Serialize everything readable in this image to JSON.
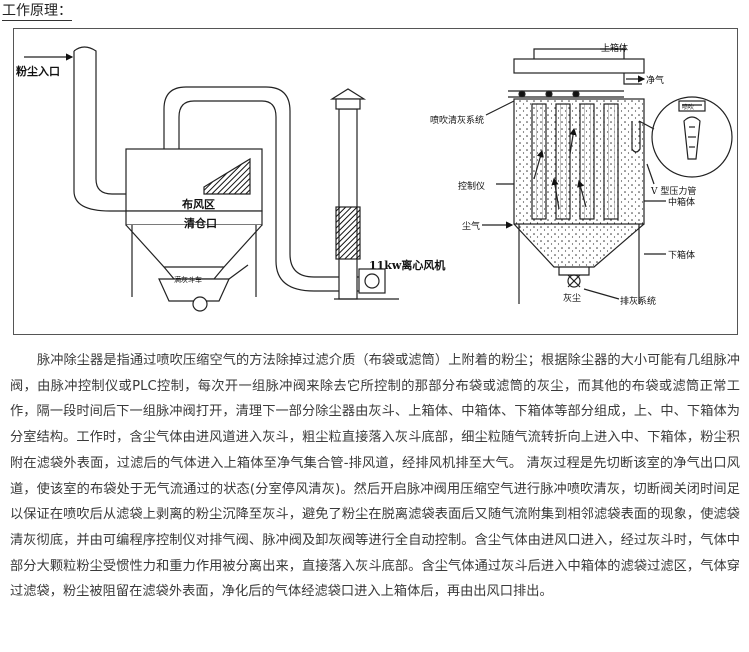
{
  "heading": "工作原理：",
  "left_diagram": {
    "inlet_label": "粉尘入口",
    "distribution_zone_label": "布风区",
    "clean_port_label": "清仓口",
    "cart_label": "满灰斗车",
    "fan_label": "11kw离心风机"
  },
  "right_diagram": {
    "upper_box_label": "上箱体",
    "clean_air_label": "净气",
    "pulse_system_label": "喷吹清灰系统",
    "controller_label": "控制仪",
    "venturi_label": "V 型压力管",
    "middle_box_label": "中箱体",
    "raw_air_label": "尘气",
    "lower_box_label": "下箱体",
    "ash_label": "灰尘",
    "discharge_label": "排灰系统",
    "nozzle_label": "喷吹"
  },
  "description": "脉冲除尘器是指通过喷吹压缩空气的方法除掉过滤介质（布袋或滤筒）上附着的粉尘；根据除尘器的大小可能有几组脉冲阀，由脉冲控制仪或PLC控制，每次开一组脉冲阀来除去它所控制的那部分布袋或滤筒的灰尘，而其他的布袋或滤筒正常工作，隔一段时间后下一组脉冲阀打开，清理下一部分除尘器由灰斗、上箱体、中箱体、下箱体等部分组成，上、中、下箱体为分室结构。工作时，含尘气体由进风道进入灰斗，粗尘粒直接落入灰斗底部，细尘粒随气流转折向上进入中、下箱体，粉尘积附在滤袋外表面，过滤后的气体进入上箱体至净气集合管-排风道，经排风机排至大气。 清灰过程是先切断该室的净气出口风道，使该室的布袋处于无气流通过的状态(分室停风清灰)。然后开启脉冲阀用压缩空气进行脉冲喷吹清灰，切断阀关闭时间足以保证在喷吹后从滤袋上剥离的粉尘沉降至灰斗，避免了粉尘在脱离滤袋表面后又随气流附集到相邻滤袋表面的现象，使滤袋清灰彻底，并由可编程序控制仪对排气阀、脉冲阀及卸灰阀等进行全自动控制。含尘气体由进风口进入，经过灰斗时，气体中部分大颗粒粉尘受惯性力和重力作用被分离出来，直接落入灰斗底部。含尘气体通过灰斗后进入中箱体的滤袋过滤区，气体穿过滤袋，粉尘被阻留在滤袋外表面，净化后的气体经滤袋口进入上箱体后，再由出风口排出。"
}
